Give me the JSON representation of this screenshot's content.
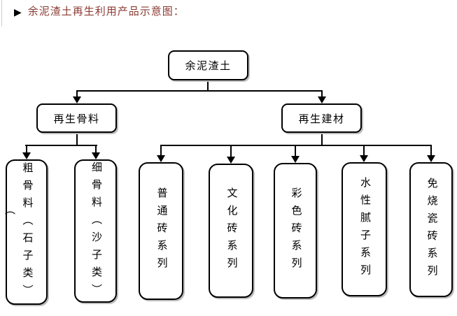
{
  "page": {
    "title_bullet": "▶",
    "title": "余泥渣土再生利用产品示意图："
  },
  "diagram": {
    "root": {
      "label": "余泥渣土"
    },
    "branches": [
      {
        "label": "再生骨料"
      },
      {
        "label": "再生建材"
      }
    ],
    "leaves": [
      {
        "label": "粗骨料（石子类）",
        "overflow_char": "（"
      },
      {
        "label": "细骨料（沙子类）"
      },
      {
        "label": "普通砖系列"
      },
      {
        "label": "文化砖系列"
      },
      {
        "label": "彩色砖系列"
      },
      {
        "label": "水性腻子系列"
      },
      {
        "label": "免烧瓷砖系列"
      }
    ]
  },
  "colors": {
    "title": "#8b3a32",
    "line": "#000000",
    "border": "#000000",
    "shadow": "#bdbdbd",
    "background": "#ffffff"
  }
}
